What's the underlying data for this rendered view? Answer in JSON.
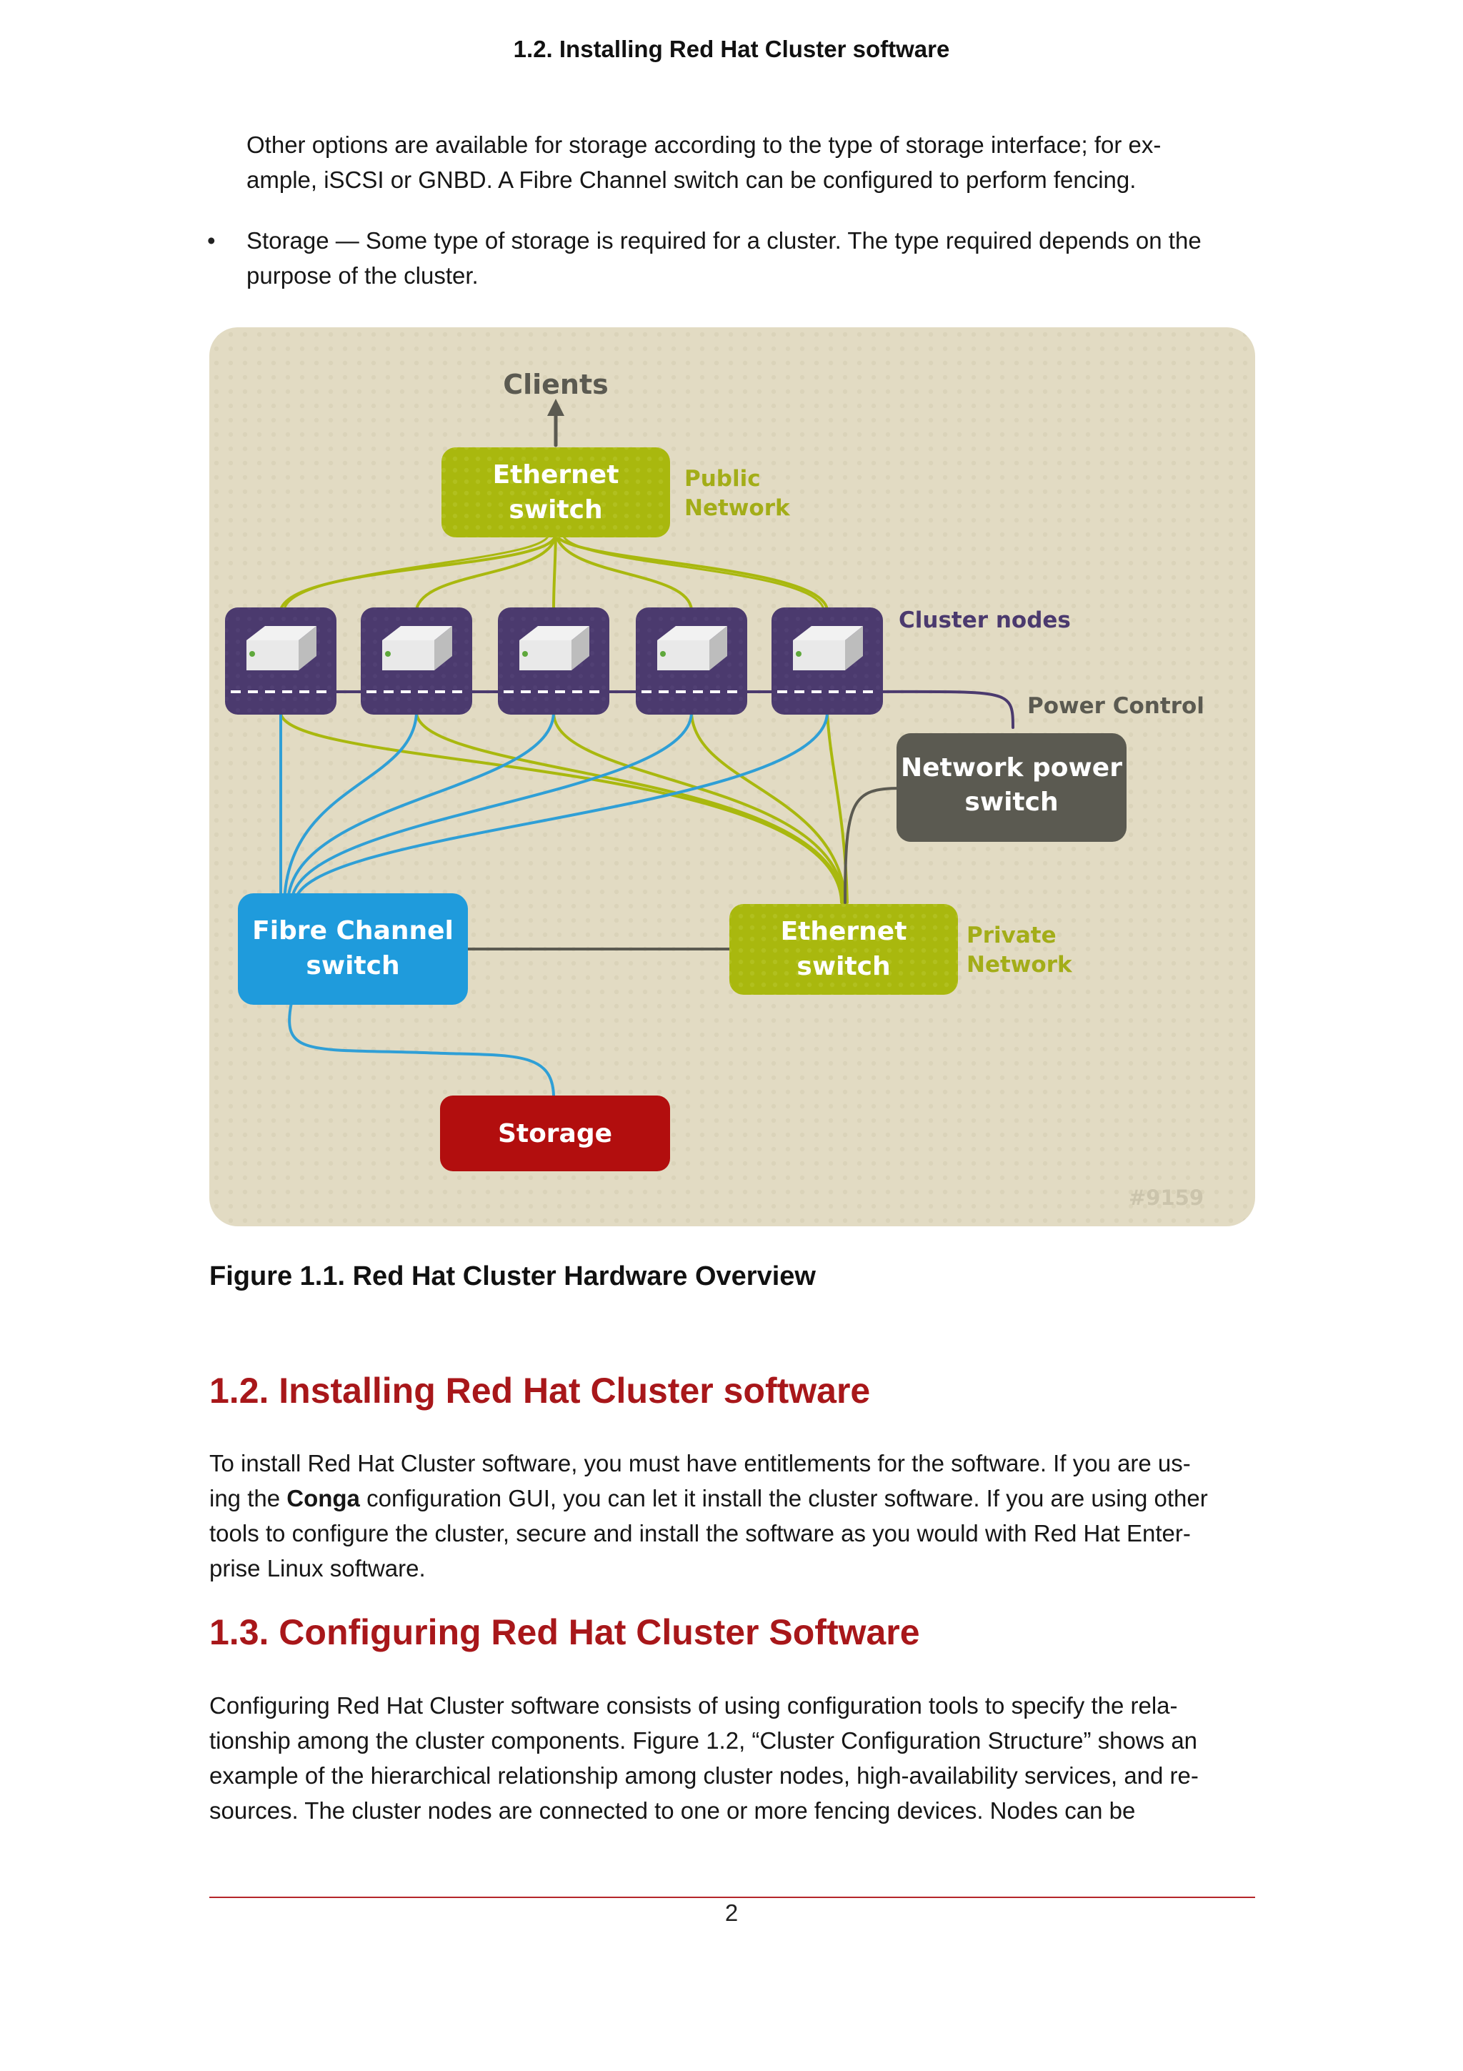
{
  "header": {
    "running_title": "1.2. Installing Red Hat Cluster software"
  },
  "intro": {
    "line1": "Other options are available for storage according to the type of storage interface; for ex-",
    "line2": "ample, iSCSI or GNBD. A Fibre Channel switch can be configured to perform fencing."
  },
  "bullet_storage": {
    "marker": "•",
    "line1": "Storage — Some type of storage is required for a cluster. The type required depends on the",
    "line2": "purpose of the cluster."
  },
  "figure": {
    "caption": "Figure 1.1. Red Hat Cluster Hardware Overview",
    "clients": "Clients",
    "eth_public": {
      "line1": "Ethernet",
      "line2": "switch"
    },
    "public_network": {
      "line1": "Public",
      "line2": "Network"
    },
    "cluster_nodes": "Cluster nodes",
    "power_control": "Power Control",
    "network_power_switch": {
      "line1": "Network power",
      "line2": "switch"
    },
    "fibre_channel_switch": {
      "line1": "Fibre Channel",
      "line2": "switch"
    },
    "eth_private": {
      "line1": "Ethernet",
      "line2": "switch"
    },
    "private_network": {
      "line1": "Private",
      "line2": "Network"
    },
    "storage": "Storage",
    "figure_id": "#9159",
    "colors": {
      "background": "#e2dbc3",
      "ethernet": "#a9b80e",
      "node": "#4b3a6e",
      "fibre": "#1f9bdc",
      "fibre_line": "#2f9fd6",
      "power_switch": "#5b5a51",
      "storage": "#b20e0e"
    }
  },
  "section_1_2": {
    "title": "1.2. Installing Red Hat Cluster software",
    "line1": "To install Red Hat Cluster software, you must have entitlements for the software. If you are us-",
    "line2_prefix": "ing the ",
    "line2_bold": "Conga",
    "line2_suffix": " configuration GUI, you can let it install the cluster software. If you are using other",
    "line3": "tools to configure the cluster, secure and install the software as you would with Red Hat Enter-",
    "line4": "prise Linux software."
  },
  "section_1_3": {
    "title": "1.3. Configuring Red Hat Cluster Software",
    "line1": "Configuring Red Hat Cluster software consists of using configuration tools to specify the rela-",
    "line2": "tionship among the cluster components. Figure 1.2, “Cluster Configuration Structure” shows an",
    "line3": "example of the hierarchical relationship among cluster nodes, high-availability services, and re-",
    "line4": "sources. The cluster nodes are connected to one or more fencing devices. Nodes can be"
  },
  "footer": {
    "page_number": "2"
  }
}
